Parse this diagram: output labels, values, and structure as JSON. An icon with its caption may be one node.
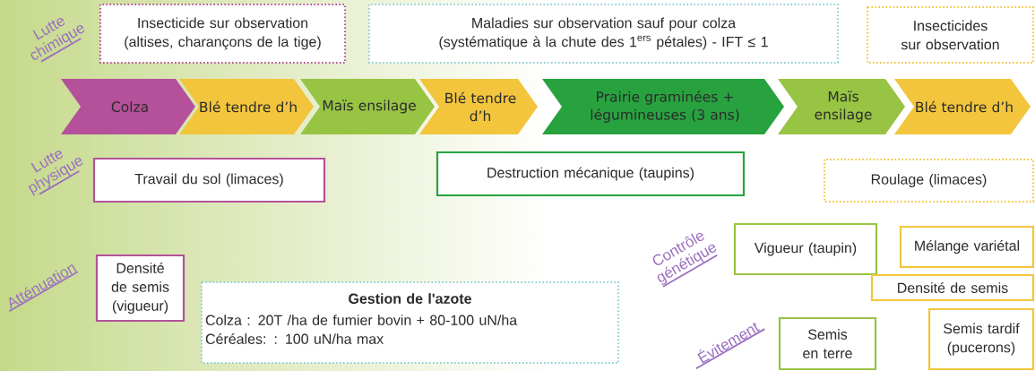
{
  "diagram": {
    "nodes": [
      {
        "text": [
          "Insecticide sur observation (altises, charançons de la tige)"
        ]
      },
      {
        "text": [
          "Maladies sur observation sauf pour colza (systématique à la chute des 1$^{ers}$ pétales)  -  IFT ≤ 1"
        ]
      },
      {
        "text": [
          "Insecticides sur observation"
        ]
      },
      {
        "text": [
          "Colza"
        ]
      },
      {
        "text": [
          "Blé tendre d’h"
        ]
      },
      {
        "text": [
          "Maïs ensilage"
        ]
      },
      {
        "text": [
          "Blé tendre d’h"
        ]
      },
      {
        "text": [
          "Prairie  graminées  + légumineuses (3 ans)"
        ]
      },
      {
        "text": [
          "Maïs ensilage"
        ]
      },
      {
        "text": [
          "Blé tendre d’h"
        ]
      },
      {
        "text": [
          "Travail du sol (limaces)"
        ]
      },
      {
        "text": [
          "Destruction mécanique (taupins)"
        ]
      },
      {
        "text": [
          "Roulage (limaces)"
        ]
      },
      {
        "text": [
          "Vigueur (taupin)"
        ]
      },
      {
        "text": [
          "Mélange variétal"
        ]
      },
      {
        "text": [
          "Densité de semis (vigueur)"
        ]
      },
      {
        "text": [
          "Densité de semis"
        ]
      },
      {
        "text": [
          "Gestion de l'azote",
          "Colza :   20T /ha de fumier bovin + 80-100 uN/ha",
          "Céréales: : 100 uN/ha max"
        ]
      },
      {
        "text": [
          "Semis  en terre"
        ]
      },
      {
        "text": [
          "Semis tardif (pucerons)"
        ]
      }
    ],
    "labels": [
      "Lutte chimique",
      "Lutte physique",
      "Atténuation",
      "Contrôle génétique",
      "Évitement"
    ]
  }
}
